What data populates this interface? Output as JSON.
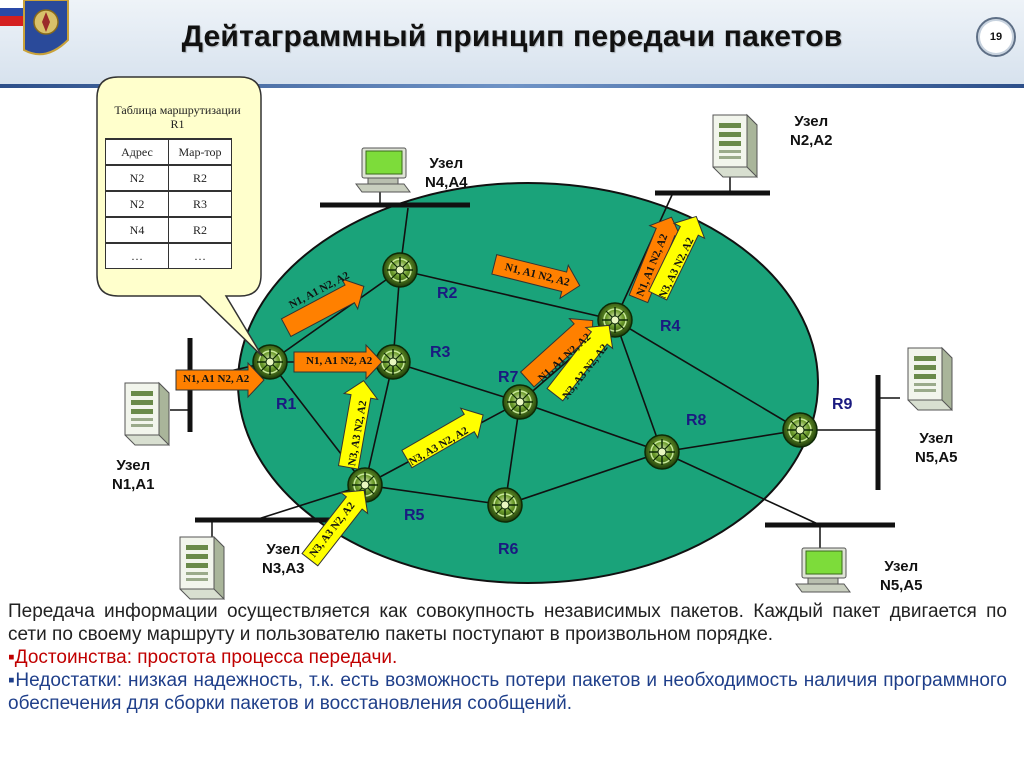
{
  "title": "Дейтаграммный принцип передачи пакетов",
  "page_number": "19",
  "routing_table": {
    "title": "Таблица маршрутизации R1",
    "headers": [
      "Адрес",
      "Мар-тор"
    ],
    "rows": [
      [
        "N2",
        "R2"
      ],
      [
        "N2",
        "R3"
      ],
      [
        "N4",
        "R2"
      ],
      [
        "…",
        "…"
      ]
    ]
  },
  "nodes": {
    "n4": "Узел\nN4,A4",
    "n2": "Узел\nN2,A2",
    "n1": "Узел\nN1,A1",
    "n3": "Узел\nN3,A3",
    "n5_right": "Узел\nN5,A5",
    "n5_bottom": "Узел\nN5,A5"
  },
  "routers": [
    "R1",
    "R2",
    "R3",
    "R4",
    "R5",
    "R6",
    "R7",
    "R8",
    "R9"
  ],
  "packet_labels": {
    "n1_a1_n2_a2": "N1, A1 N2, A2",
    "n3_a3_n2_a2": "N3, A3 N2, A2"
  },
  "body": {
    "paragraph": "Передача информации осуществляется как совокупность независимых пакетов. Каждый пакет двигается по сети по своему маршруту и пользователю пакеты поступают в произвольном порядке.",
    "advantages": "▪Достоинства: простота процесса передачи.",
    "disadvantages": "▪Недостатки: низкая надежность, т.к. есть возможность потери пакетов и необходимость наличия программного обеспечения для сборки пакетов и восстановления сообщений."
  },
  "colors": {
    "network": "#1aa37a",
    "packet_orange": "#ff8000",
    "packet_yellow": "#ffff00",
    "advantages": "#c00000",
    "disadvantages": "#1f3f8a"
  }
}
